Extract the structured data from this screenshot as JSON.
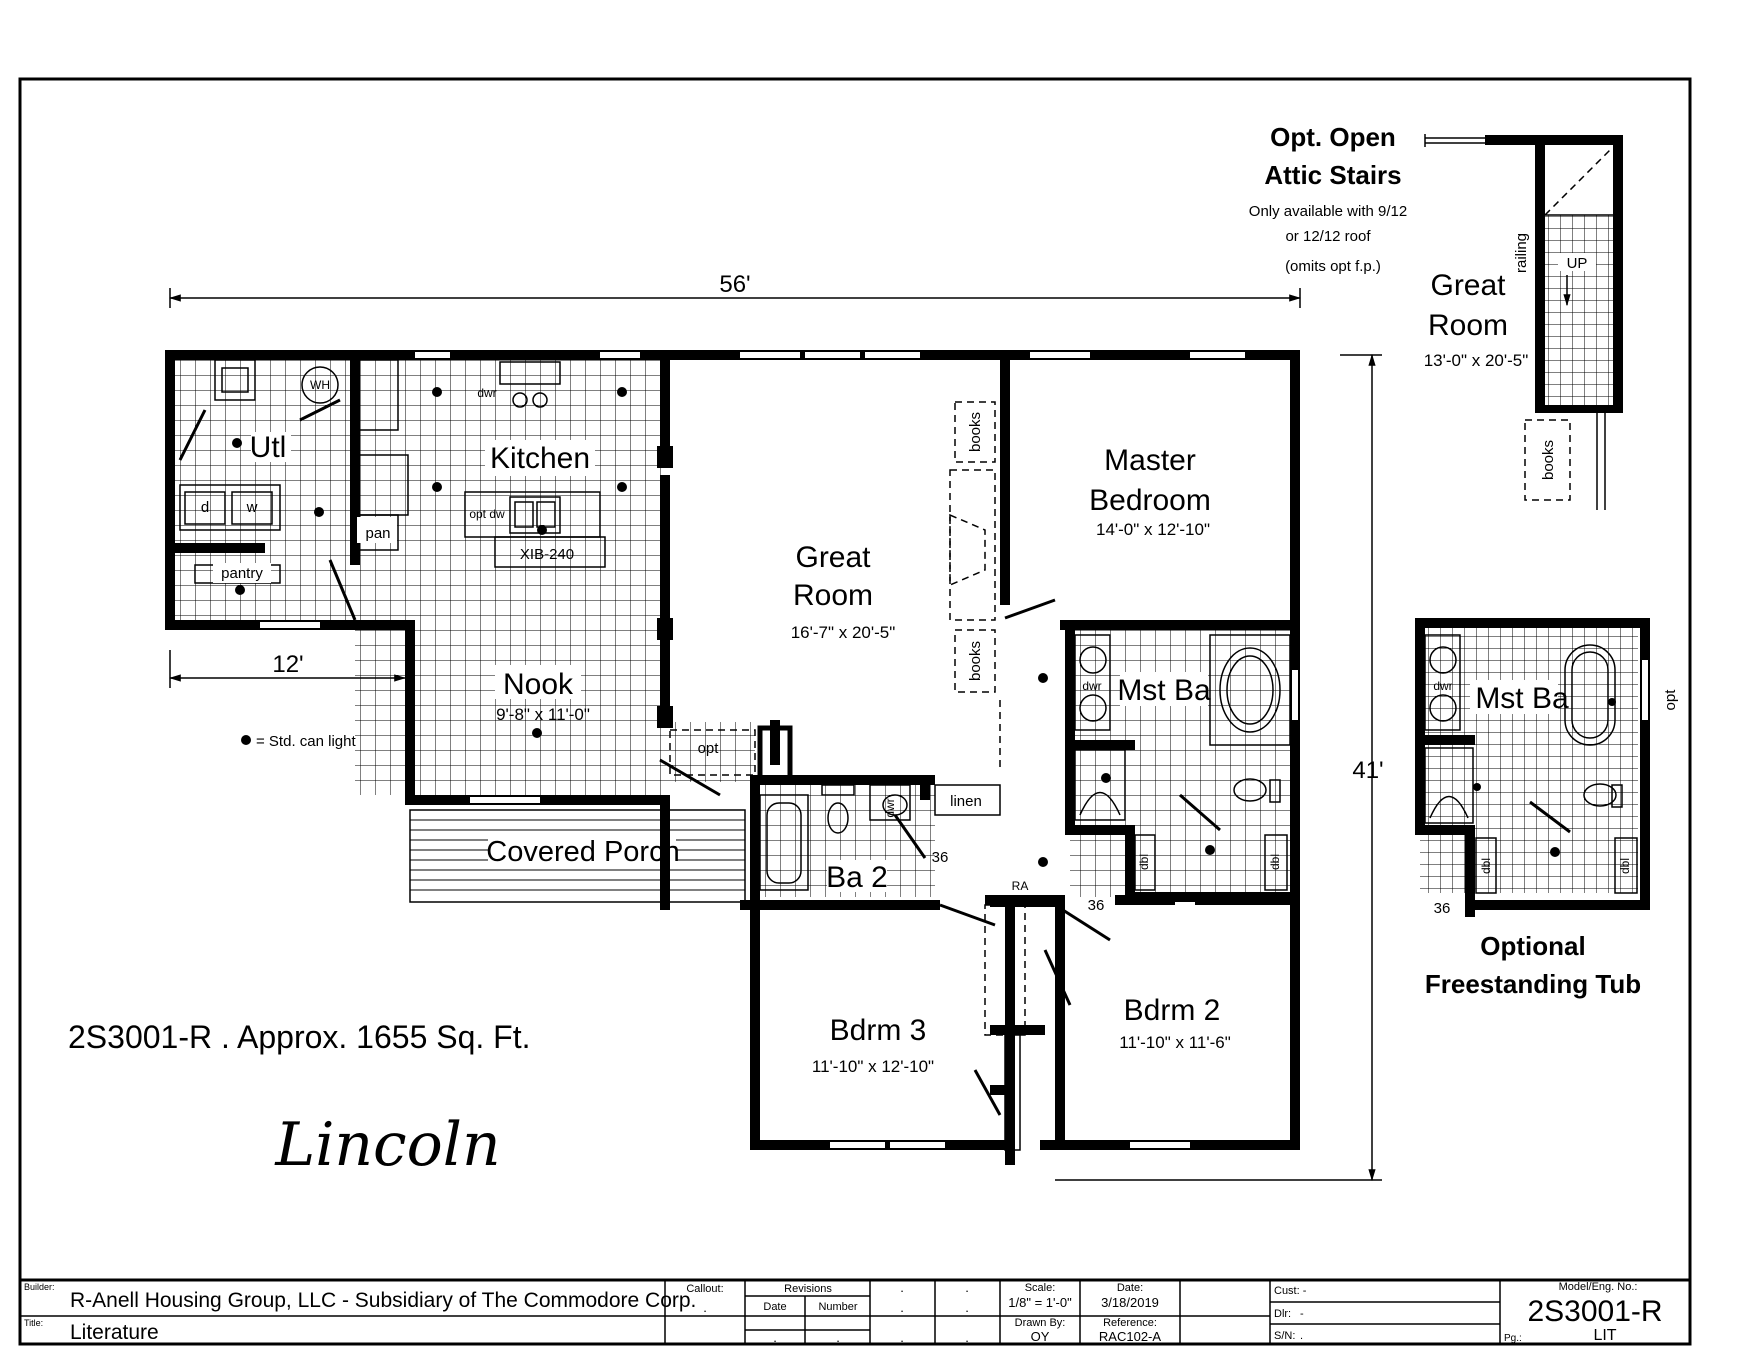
{
  "plan": {
    "model_title": "2S3001-R .  Approx. 1655 Sq. Ft.",
    "plan_name": "Lincoln",
    "legend": "= Std. can light",
    "dimensions": {
      "overall_width": "56'",
      "overall_depth": "41'",
      "utility_width": "12'"
    },
    "rooms": {
      "utl": "Utl",
      "kitchen": "Kitchen",
      "great_room": [
        "Great",
        "Room"
      ],
      "great_room_size": "16'-7\" x 20'-5\"",
      "master_bedroom": [
        "Master",
        "Bedroom"
      ],
      "master_bedroom_size": "14'-0\" x 12'-10\"",
      "nook": "Nook",
      "nook_size": "9'-8\" x 11'-0\"",
      "mst_ba": "Mst Ba",
      "ba2": "Ba 2",
      "bdrm3": "Bdrm 3",
      "bdrm3_size": "11'-10\" x 12'-10\"",
      "bdrm2": "Bdrm 2",
      "bdrm2_size": "11'-10\" x 11'-6\"",
      "covered_porch": "Covered Porch"
    },
    "fixtures": {
      "wh": "WH",
      "dwr": "dwr",
      "d": "d",
      "w": "w",
      "pan": "pan",
      "pantry": "pantry",
      "opt_dw": "opt dw",
      "island": "XIB-240",
      "books": "books",
      "opt": "opt",
      "ra": "RA",
      "linen": "linen",
      "dbl": "dbl",
      "door_width": "36"
    }
  },
  "attic_stairs": {
    "title": [
      "Opt. Open",
      "Attic Stairs"
    ],
    "note": [
      "Only available with 9/12",
      "or 12/12 roof",
      "(omits opt f.p.)"
    ],
    "room": [
      "Great",
      "Room"
    ],
    "room_size": "13'-0\" x 20'-5\"",
    "railing": "railing",
    "up": "UP",
    "books": "books"
  },
  "optional_tub": {
    "title": [
      "Optional",
      "Freestanding Tub"
    ],
    "mst_ba": "Mst Ba",
    "dwr": "dwr",
    "opt": "opt",
    "dbl": "dbl",
    "door_width": "36"
  },
  "title_block": {
    "builder_label": "Builder:",
    "builder": "R-Anell Housing Group, LLC - Subsidiary of The Commodore Corp.",
    "title_label": "Title:",
    "title": "Literature",
    "callout_label": "Callout:",
    "callout_value": ".",
    "revisions_label": "Revisions",
    "rev_date_label": "Date",
    "rev_number_label": "Number",
    "dot": ".",
    "scale_label": "Scale:",
    "scale": "1/8\" = 1'-0\"",
    "date_label": "Date:",
    "date": "3/18/2019",
    "drawn_by_label": "Drawn By:",
    "drawn_by": "OY",
    "reference_label": "Reference:",
    "reference": "RAC102-A",
    "cust_label": "Cust: -",
    "dlr_label": "Dlr:",
    "dlr_value": "-",
    "sn_label": "S/N:",
    "sn_value": ".",
    "model_label": "Model/Eng. No.:",
    "model": "2S3001-R",
    "pg_label": "Pg.:",
    "pg": "LIT"
  }
}
